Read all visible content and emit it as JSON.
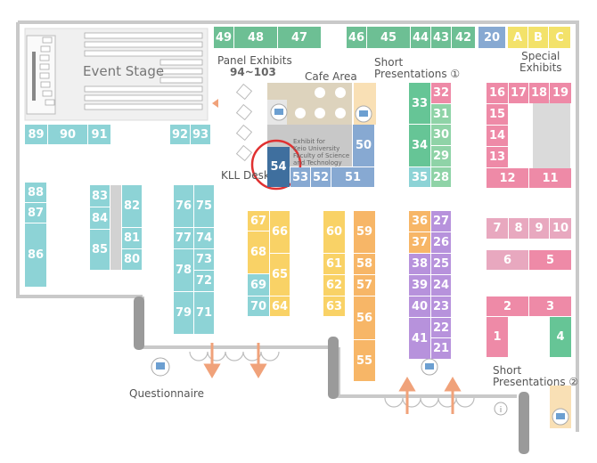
{
  "labels": {
    "event_stage": "Event Stage",
    "panel_exhibits": "Panel Exhibits",
    "panel_range": "94~103",
    "cafe_area": "Cafe Area",
    "short_presentations_1": "Short\nPresentations ①",
    "special_exhibits": "Special\nExhibits",
    "kll_desk": "KLL Desk",
    "exhibit_note": "Exhibit for\nKeio University\nFaculty of Science\nand Technology",
    "questionnaire": "Questionnaire",
    "short_presentations_2": "Short\nPresentations ②"
  },
  "booths": {
    "b49": "49",
    "b48": "48",
    "b47": "47",
    "b46": "46",
    "b45": "45",
    "b44": "44",
    "b43": "43",
    "b42": "42",
    "b20": "20",
    "bA": "A",
    "bB": "B",
    "bC": "C",
    "b89": "89",
    "b90": "90",
    "b91": "91",
    "b92": "92",
    "b93": "93",
    "b88": "88",
    "b87": "87",
    "b86": "86",
    "b83": "83",
    "b84": "84",
    "b85": "85",
    "b82": "82",
    "b81": "81",
    "b80": "80",
    "b76": "76",
    "b75": "75",
    "b77": "77",
    "b74": "74",
    "b78": "78",
    "b73": "73",
    "b72": "72",
    "b79": "79",
    "b71": "71",
    "b67": "67",
    "b66": "66",
    "b68": "68",
    "b65": "65",
    "b69": "69",
    "b70": "70",
    "b64": "64",
    "b60": "60",
    "b59": "59",
    "b61": "61",
    "b58": "58",
    "b62": "62",
    "b57": "57",
    "b63": "63",
    "b56": "56",
    "b55": "55",
    "b54": "54",
    "b53": "53",
    "b52": "52",
    "b51": "51",
    "b50": "50",
    "b33": "33",
    "b32": "32",
    "b31": "31",
    "b34": "34",
    "b30": "30",
    "b29": "29",
    "b35": "35",
    "b28": "28",
    "b36": "36",
    "b27": "27",
    "b37": "37",
    "b26": "26",
    "b38": "38",
    "b25": "25",
    "b39": "39",
    "b24": "24",
    "b40": "40",
    "b23": "23",
    "b41": "41",
    "b22": "22",
    "b21": "21",
    "b16": "16",
    "b17": "17",
    "b18": "18",
    "b19": "19",
    "b15": "15",
    "b14": "14",
    "b13": "13",
    "b12": "12",
    "b11": "11",
    "b7": "7",
    "b8": "8",
    "b9": "9",
    "b10": "10",
    "b6": "6",
    "b5": "5",
    "b2": "2",
    "b3": "3",
    "b1": "1",
    "b4": "4"
  },
  "highlight": "54",
  "icons": [
    "stage-seating",
    "panel-board",
    "cafe-table",
    "presentation-screen",
    "questionnaire-kiosk",
    "info-point",
    "entrance-arrow",
    "exit-arrow"
  ]
}
